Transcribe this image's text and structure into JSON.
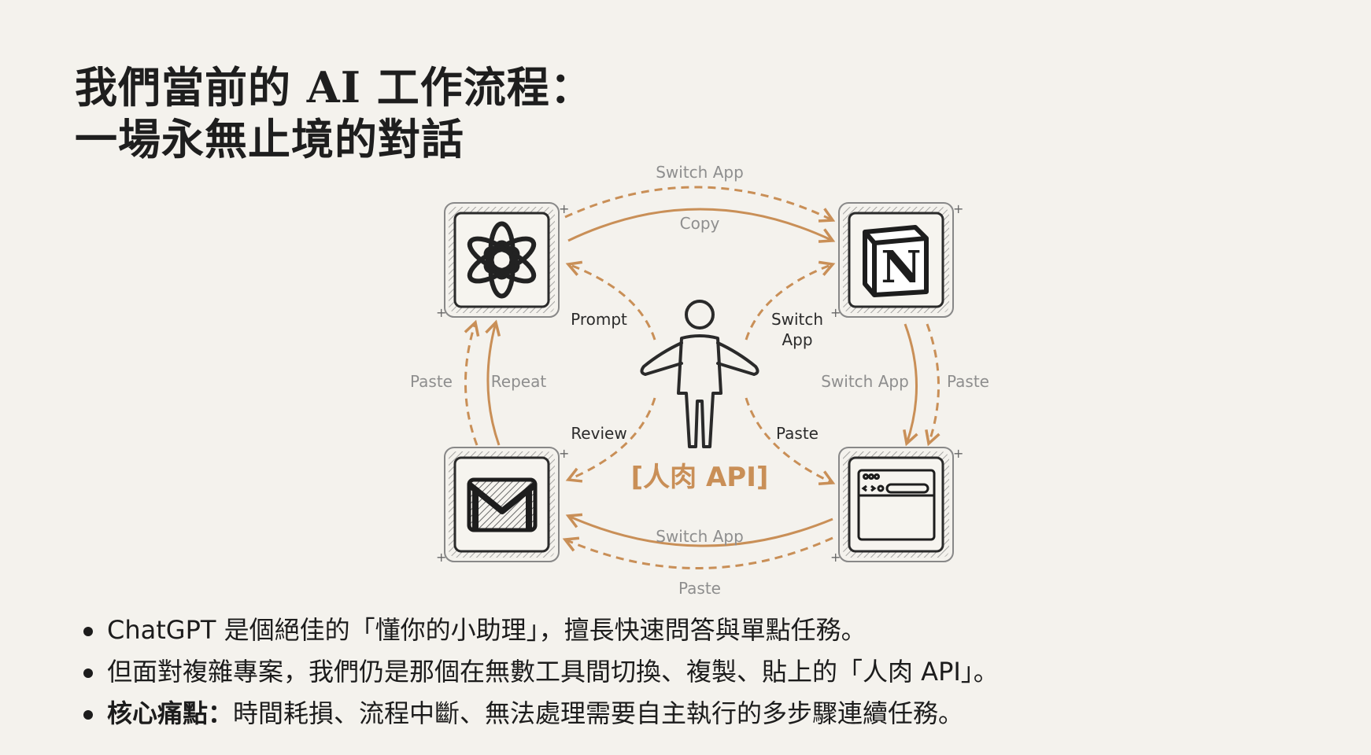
{
  "title": {
    "line1": "我們當前的 AI 工作流程：",
    "line2": "一場永無止境的對話"
  },
  "diagram": {
    "center_label": "[人肉 API]",
    "nodes": [
      {
        "id": "chatgpt",
        "icon": "openai-logo-icon"
      },
      {
        "id": "notion",
        "icon": "notion-logo-icon",
        "glyph": "N"
      },
      {
        "id": "gmail",
        "icon": "gmail-logo-icon"
      },
      {
        "id": "browser",
        "icon": "browser-window-icon"
      }
    ],
    "labels": {
      "top_outer": "Switch App",
      "top_inner": "Copy",
      "bottom_inner": "Switch App",
      "bottom_outer": "Paste",
      "left_outer": "Paste",
      "left_inner": "Repeat",
      "right_inner": "Switch App",
      "right_outer": "Paste",
      "prompt": "Prompt",
      "switch_line1": "Switch",
      "switch_line2": "App",
      "review": "Review",
      "paste_center": "Paste"
    },
    "colors": {
      "accent": "#c98f57",
      "background": "#f4f2ed",
      "ink": "#222222"
    }
  },
  "bullets": [
    {
      "bold": "",
      "text": "ChatGPT 是個絕佳的「懂你的小助理」，擅長快速問答與單點任務。"
    },
    {
      "bold": "",
      "text": "但面對複雜專案，我們仍是那個在無數工具間切換、複製、貼上的「人肉 API」。"
    },
    {
      "bold": "核心痛點：",
      "text": "時間耗損、流程中斷、無法處理需要自主執行的多步驟連續任務。"
    }
  ]
}
